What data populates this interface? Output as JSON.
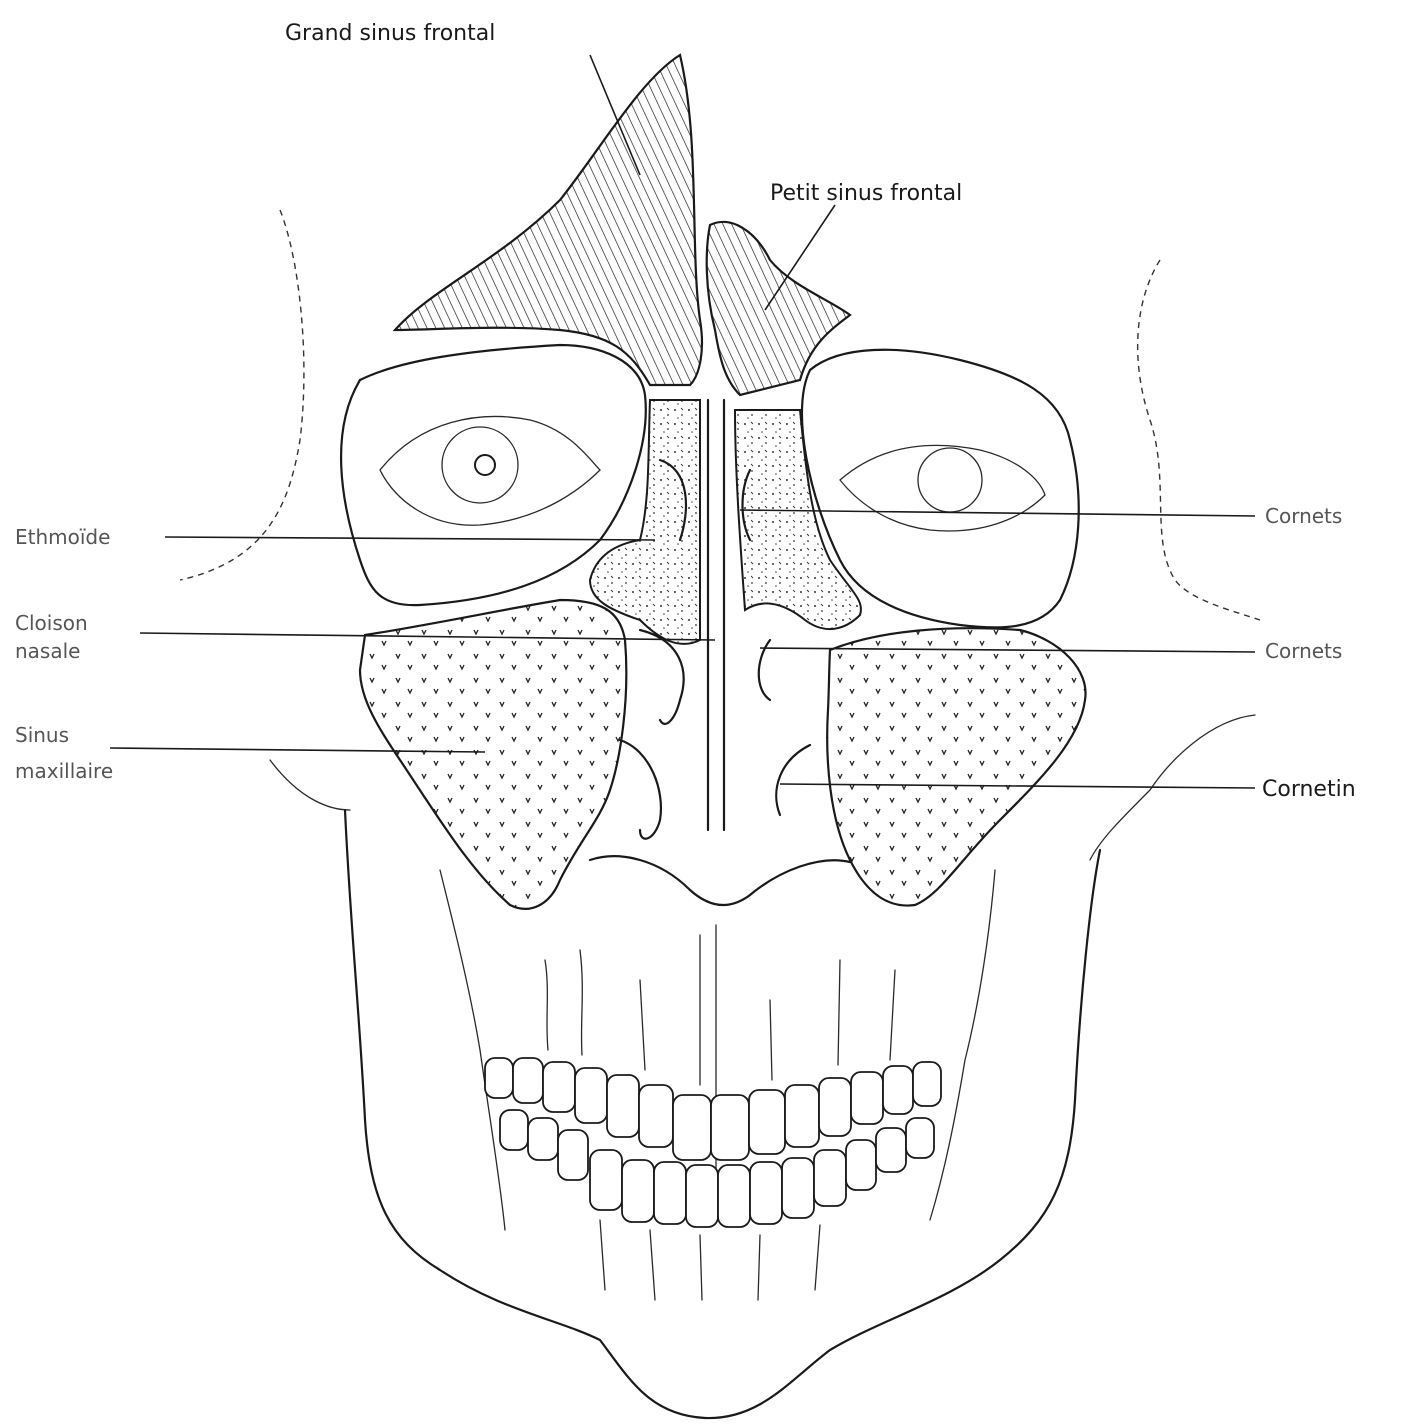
{
  "labels": {
    "grand_sinus": "Grand sinus frontal",
    "petit_sinus": "Petit sinus frontal",
    "ethmoide": "Ethmoïde",
    "cloison_line1": "Cloison",
    "cloison_line2": "nasale",
    "sinus_max_line1": "Sinus",
    "sinus_max_line2": "maxillaire",
    "cornet_sup": "Cornets",
    "cornet_moy": "Cornets",
    "cornet_inf": "Cornetin"
  },
  "colors": {
    "ink": "#1a1a1a",
    "paper": "#ffffff"
  },
  "icons": {
    "figure": "skull-frontal-sinus-illustration"
  }
}
